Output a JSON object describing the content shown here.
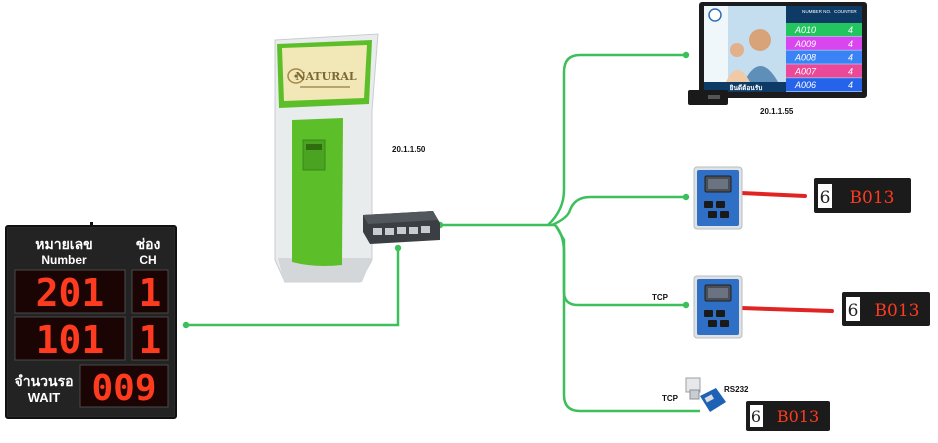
{
  "ip_labels": {
    "kiosk": "20.1.1.50",
    "tv": "20.1.1.55"
  },
  "protocol_labels": {
    "tcp_1": "TCP",
    "tcp_2": "TCP",
    "rs232": "RS232"
  },
  "kiosk": {
    "screen_brand": "NATURAL"
  },
  "tv_display": {
    "header": [
      "NUMBER NO.",
      "COUNTER"
    ],
    "rows": [
      {
        "number": "A010",
        "counter": "4",
        "color": "#22c55e"
      },
      {
        "number": "A009",
        "counter": "4",
        "color": "#d946ef"
      },
      {
        "number": "A008",
        "counter": "4",
        "color": "#3b82f6"
      },
      {
        "number": "A007",
        "counter": "4",
        "color": "#ec4899"
      },
      {
        "number": "A006",
        "counter": "4",
        "color": "#2563eb"
      }
    ],
    "ticker": "ยินดีต้อนรับ"
  },
  "led_signs": [
    {
      "prefix": "6",
      "number": "B013"
    },
    {
      "prefix": "6",
      "number": "B013"
    },
    {
      "prefix": "6",
      "number": "B013"
    }
  ],
  "big_board": {
    "number_label_th": "หมายเลข",
    "number_label_en": "Number",
    "channel_label_th": "ช่อง",
    "channel_label_en": "CH",
    "rows": [
      {
        "number": "201",
        "channel": "1"
      },
      {
        "number": "101",
        "channel": "1"
      }
    ],
    "wait_label_th": "จำนวนรอ",
    "wait_label_en": "WAIT",
    "wait_count": "009"
  },
  "colors": {
    "network_line": "#3dbf5b",
    "serial_line": "#e02424",
    "kiosk_green": "#5cbf2a"
  }
}
